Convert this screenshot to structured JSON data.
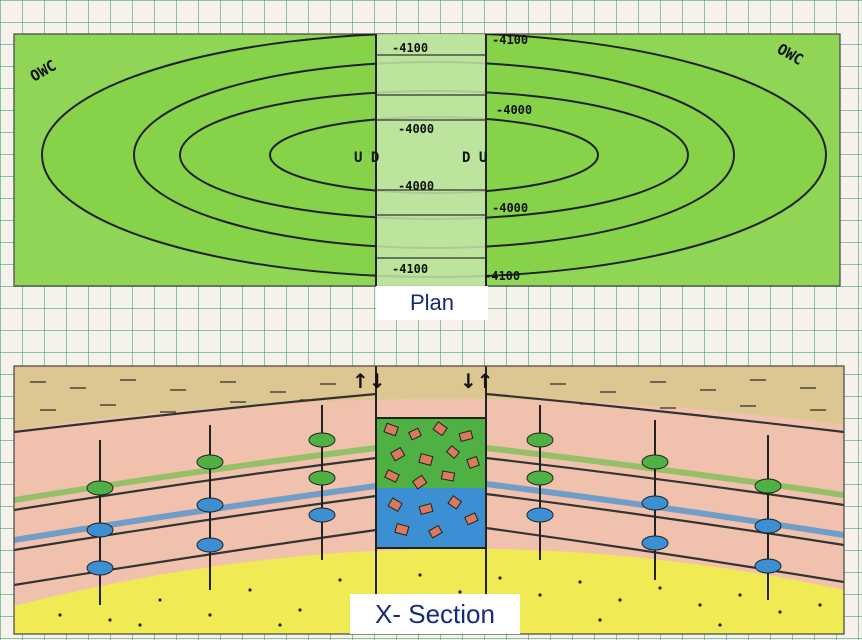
{
  "plan": {
    "caption": "Plan",
    "owc_left": "OWC",
    "owc_right": "OWC",
    "contours": [
      {
        "label": "-4100"
      },
      {
        "label": "-4100"
      },
      {
        "label": "-4000"
      },
      {
        "label": "-4000"
      },
      {
        "label": "-4000"
      },
      {
        "label": "-4000"
      },
      {
        "label": "-4100"
      },
      {
        "label": "-4100"
      }
    ],
    "fault_left": "U D",
    "fault_right": "D U"
  },
  "section": {
    "caption": "X- Section",
    "arrow_left": "↑↓",
    "arrow_right": "↓↑"
  },
  "colors": {
    "reservoir_green": "#86d34a",
    "sand_tan": "#dcc792",
    "shale_pink": "#f0c2ae",
    "water_blue": "#3c8fd2",
    "yellow": "#f0ea55",
    "caption_text": "#152a7a",
    "grid": "#3c966e"
  }
}
